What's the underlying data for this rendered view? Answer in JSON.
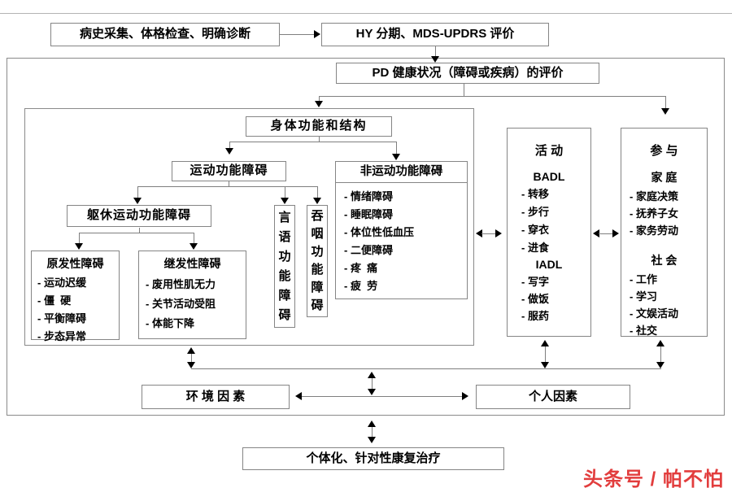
{
  "diagram": {
    "top_row": {
      "history_box": "病史采集、体格检查、明确诊断",
      "staging_box": "HY 分期、MDS-UPDRS 评价"
    },
    "pd_eval_box": "PD 健康状况（障碍或疾病）的评价",
    "body_function_box": "身体功能和结构",
    "motor_box": "运动功能障碍",
    "somatic_motor_box": "躯休运动功能障碍",
    "primary_box": {
      "title": "原发性障碍",
      "items": [
        "- 运动迟缓",
        "- 僵  硬",
        "- 平衡障碍",
        "- 步态异常"
      ]
    },
    "secondary_box": {
      "title": "继发性障碍",
      "items": [
        "- 废用性肌无力",
        "- 关节活动受阻",
        "- 体能下降"
      ]
    },
    "speech_box": "言语功能障碍",
    "swallow_box": "吞咽功能障碍",
    "nonmotor_box": {
      "title": "非运动功能障碍",
      "items": [
        "- 情绪障碍",
        "- 睡眠障碍",
        "- 体位性低血压",
        "- 二便障碍",
        "- 疼  痛",
        "- 疲  劳"
      ]
    },
    "activity_box": {
      "title": "活 动",
      "badl_label": "BADL",
      "badl_items": [
        "- 转移",
        "- 步行",
        "- 穿衣",
        "- 进食"
      ],
      "iadl_label": "IADL",
      "iadl_items": [
        "- 写字",
        "- 做饭",
        "- 服药"
      ]
    },
    "participation_box": {
      "title": "参 与",
      "family_label": "家 庭",
      "family_items": [
        "- 家庭决策",
        "- 抚养子女",
        "- 家务劳动"
      ],
      "social_label": "社 会",
      "social_items": [
        "- 工作",
        "- 学习",
        "- 文娱活动",
        "- 社交"
      ]
    },
    "environment_box": "环 境 因 素",
    "personal_box": "个人因素",
    "treatment_box": "个体化、针对性康复治疗",
    "watermark": "头条号 / 帕不怕",
    "colors": {
      "box_border": "#858585",
      "connector_line": "#7f7f7f",
      "arrowhead": "#000000",
      "watermark_red": "#e23d3d"
    }
  }
}
